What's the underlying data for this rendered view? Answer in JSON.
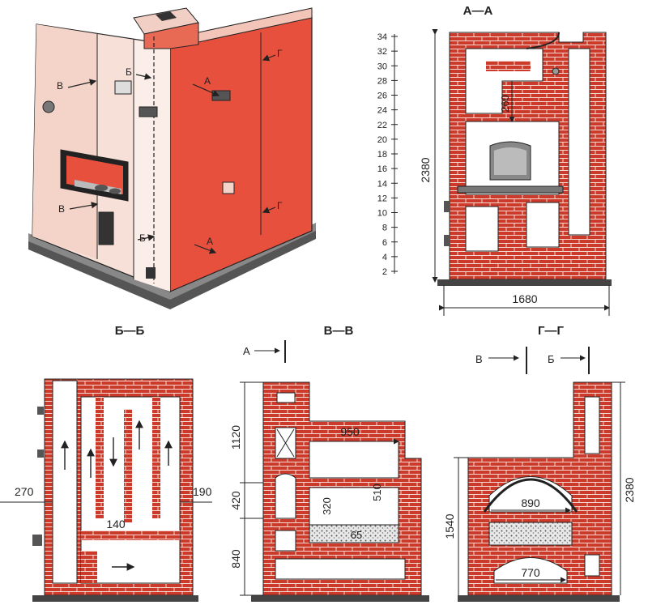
{
  "colors": {
    "brick": "#cc3a2c",
    "brick_mortar": "#f3d9cf",
    "stove_face": "#e85a46",
    "stove_pale": "#f7e6df",
    "line": "#222222"
  },
  "iso_view": {
    "section_markers": [
      "В",
      "Б",
      "А",
      "Г",
      "В",
      "Б",
      "А",
      "Г"
    ]
  },
  "section_aa": {
    "title": "А—А",
    "ruler_ticks": [
      "34",
      "32",
      "30",
      "28",
      "26",
      "24",
      "22",
      "20",
      "18",
      "16",
      "14",
      "12",
      "10",
      "8",
      "6",
      "4",
      "2"
    ],
    "dim_height": "2380",
    "dim_width": "1680",
    "dim_inner": "260"
  },
  "section_bb": {
    "title": "Б—Б",
    "dim_left": "270",
    "dim_right": "190",
    "dim_bottom": "140"
  },
  "section_vv": {
    "title": "В—В",
    "marker": "А",
    "dim_1120": "1120",
    "dim_420": "420",
    "dim_840": "840",
    "dim_950": "950",
    "dim_320": "320",
    "dim_510": "510",
    "dim_65": "65"
  },
  "section_gg": {
    "title": "Г—Г",
    "marker_left": "В",
    "marker_right": "Б",
    "dim_890": "890",
    "dim_770": "770",
    "dim_1540": "1540",
    "dim_2380": "2380"
  }
}
